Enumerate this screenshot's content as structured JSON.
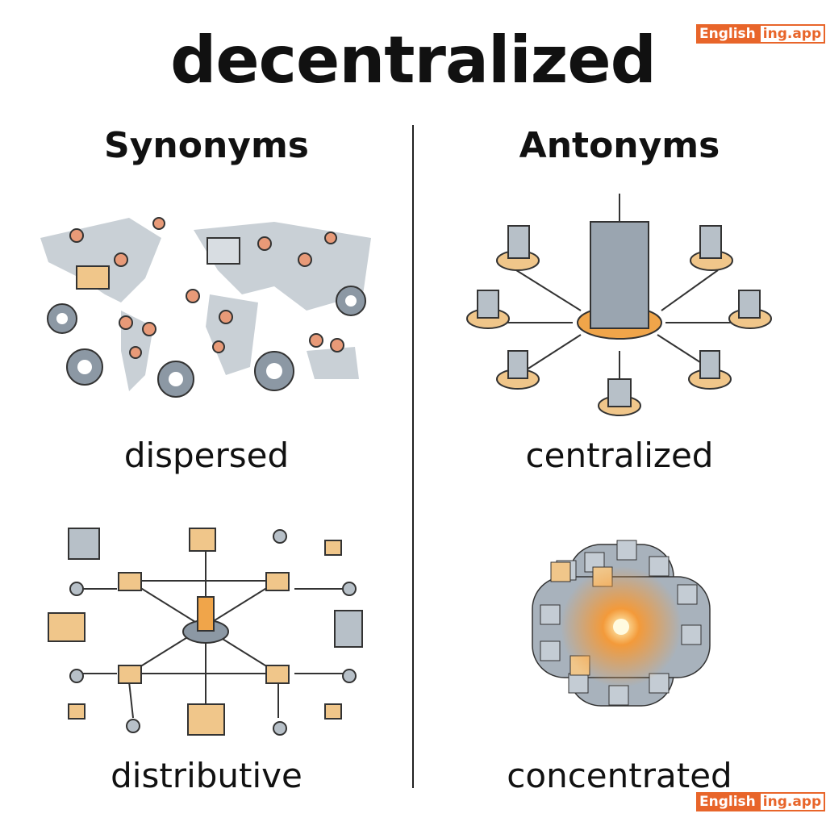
{
  "title": "decentralized",
  "synonyms": {
    "heading": "Synonyms",
    "words": [
      "dispersed",
      "distributive"
    ]
  },
  "antonyms": {
    "heading": "Antonyms",
    "words": [
      "centralized",
      "concentrated"
    ]
  },
  "logo": {
    "part1": "English",
    "part2": "ing.app"
  },
  "colors": {
    "accent": "#e8652a",
    "gray": "#8c98a4",
    "orange": "#f0a54a"
  }
}
